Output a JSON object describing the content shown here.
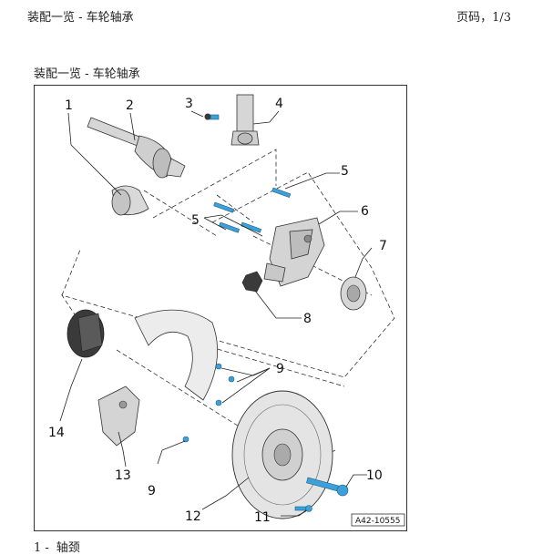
{
  "header": {
    "title": "装配一览 - 车轮轴承",
    "page": "页码，1/3"
  },
  "section": {
    "title": "装配一览 - 车轮轴承"
  },
  "figure": {
    "code": "A42-10555",
    "callouts": [
      "1",
      "2",
      "3",
      "4",
      "5",
      "5",
      "6",
      "7",
      "8",
      "9",
      "9",
      "10",
      "11",
      "12",
      "13",
      "14"
    ],
    "colors": {
      "line": "#333333",
      "part": "#d6d6d6",
      "part_dark": "#8a8a8a",
      "fastener": "#3da0d8"
    }
  },
  "legend": {
    "items": [
      {
        "number": "1 -",
        "label": "轴颈"
      }
    ]
  }
}
